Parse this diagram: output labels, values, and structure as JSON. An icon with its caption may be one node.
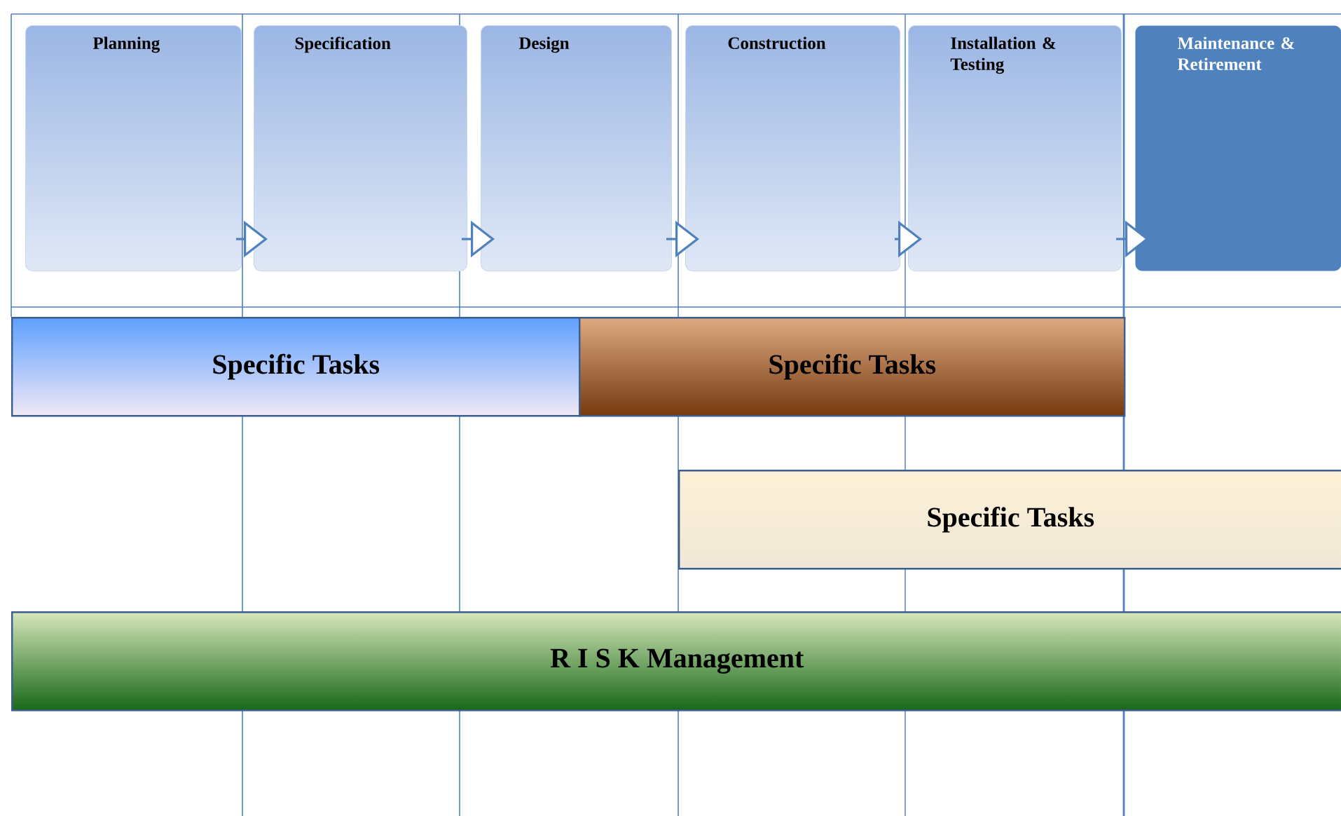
{
  "diagram": {
    "nodes": [
      {
        "text": [
          "Planning"
        ]
      },
      {
        "text": [
          "Specification"
        ]
      },
      {
        "text": [
          "Design"
        ]
      },
      {
        "text": [
          "Construction"
        ]
      },
      {
        "text": [
          "Installation & Testing"
        ]
      },
      {
        "text": [
          "Maintenance & Retirement"
        ]
      },
      {
        "text": [
          "Specific Tasks"
        ]
      },
      {
        "text": [
          "Specific Tasks"
        ]
      },
      {
        "text": [
          "Specific Tasks"
        ]
      },
      {
        "text": [
          "R I S K Management"
        ]
      }
    ],
    "edges": [
      {
        "from": 0,
        "to": 1,
        "arrow": "to"
      },
      {
        "from": 1,
        "to": 2,
        "arrow": "to"
      },
      {
        "from": 2,
        "to": 3,
        "arrow": "to"
      },
      {
        "from": 3,
        "to": 4,
        "arrow": "to"
      },
      {
        "from": 4,
        "to": 5,
        "arrow": "to"
      }
    ]
  }
}
